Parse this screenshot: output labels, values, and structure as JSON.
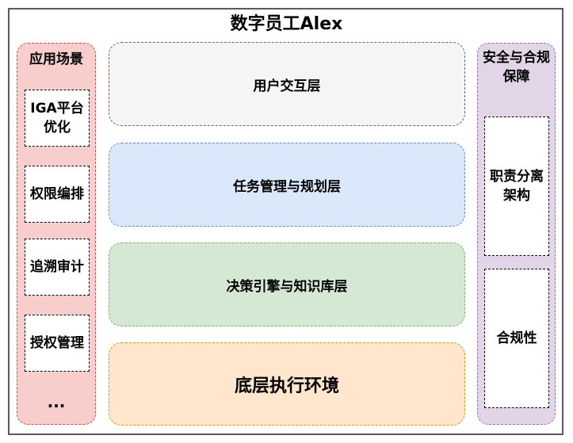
{
  "title": "数字员工Alex",
  "left_column": {
    "header": "应用场景",
    "items": [
      "IGA平台优化",
      "权限编排",
      "追溯审计",
      "授权管理"
    ],
    "more": "..."
  },
  "layers": [
    "用户交互层",
    "任务管理与规划层",
    "决策引擎与知识库层",
    "底层执行环境"
  ],
  "right_column": {
    "header": "安全与合规保障",
    "items": [
      "职责分离架构",
      "合规性"
    ]
  },
  "colors": {
    "left_fill": "#f8cecc",
    "left_border": "#b85450",
    "right_fill": "#e1d5e7",
    "right_border": "#9673a6",
    "layer1_fill": "#f5f5f5",
    "layer2_fill": "#dae8fc",
    "layer3_fill": "#d5e8d4",
    "layer4_fill": "#ffe6cc"
  }
}
